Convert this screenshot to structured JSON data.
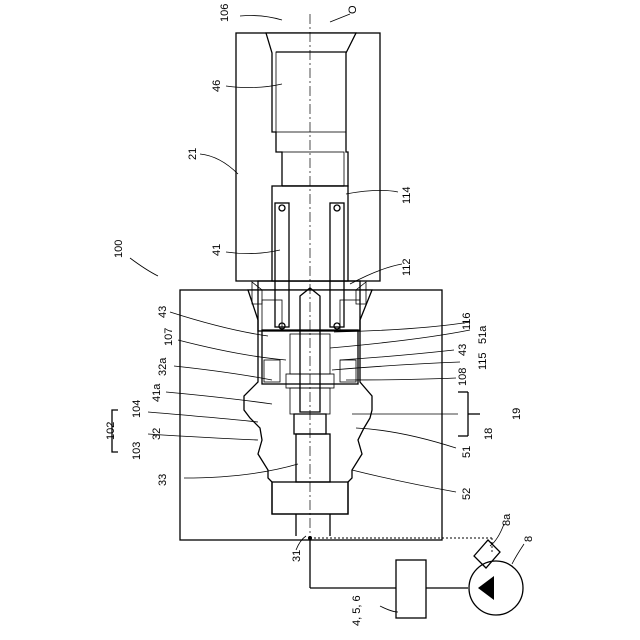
{
  "labels": {
    "l106": "106",
    "lO": "O",
    "l46": "46",
    "l21": "21",
    "l114": "114",
    "l100": "100",
    "l41": "41",
    "l112": "112",
    "l43a": "43",
    "l116": "116",
    "l51a": "51a",
    "l107": "107",
    "l43b": "43",
    "l115": "115",
    "l32a": "32a",
    "l108": "108",
    "l41a": "41a",
    "l104": "104",
    "l19": "19",
    "l102": "102",
    "l18": "18",
    "l32": "32",
    "l103": "103",
    "l51": "51",
    "l33": "33",
    "l52": "52",
    "l8a": "8a",
    "l31": "31",
    "l8": "8",
    "l456": "4, 5, 6"
  }
}
